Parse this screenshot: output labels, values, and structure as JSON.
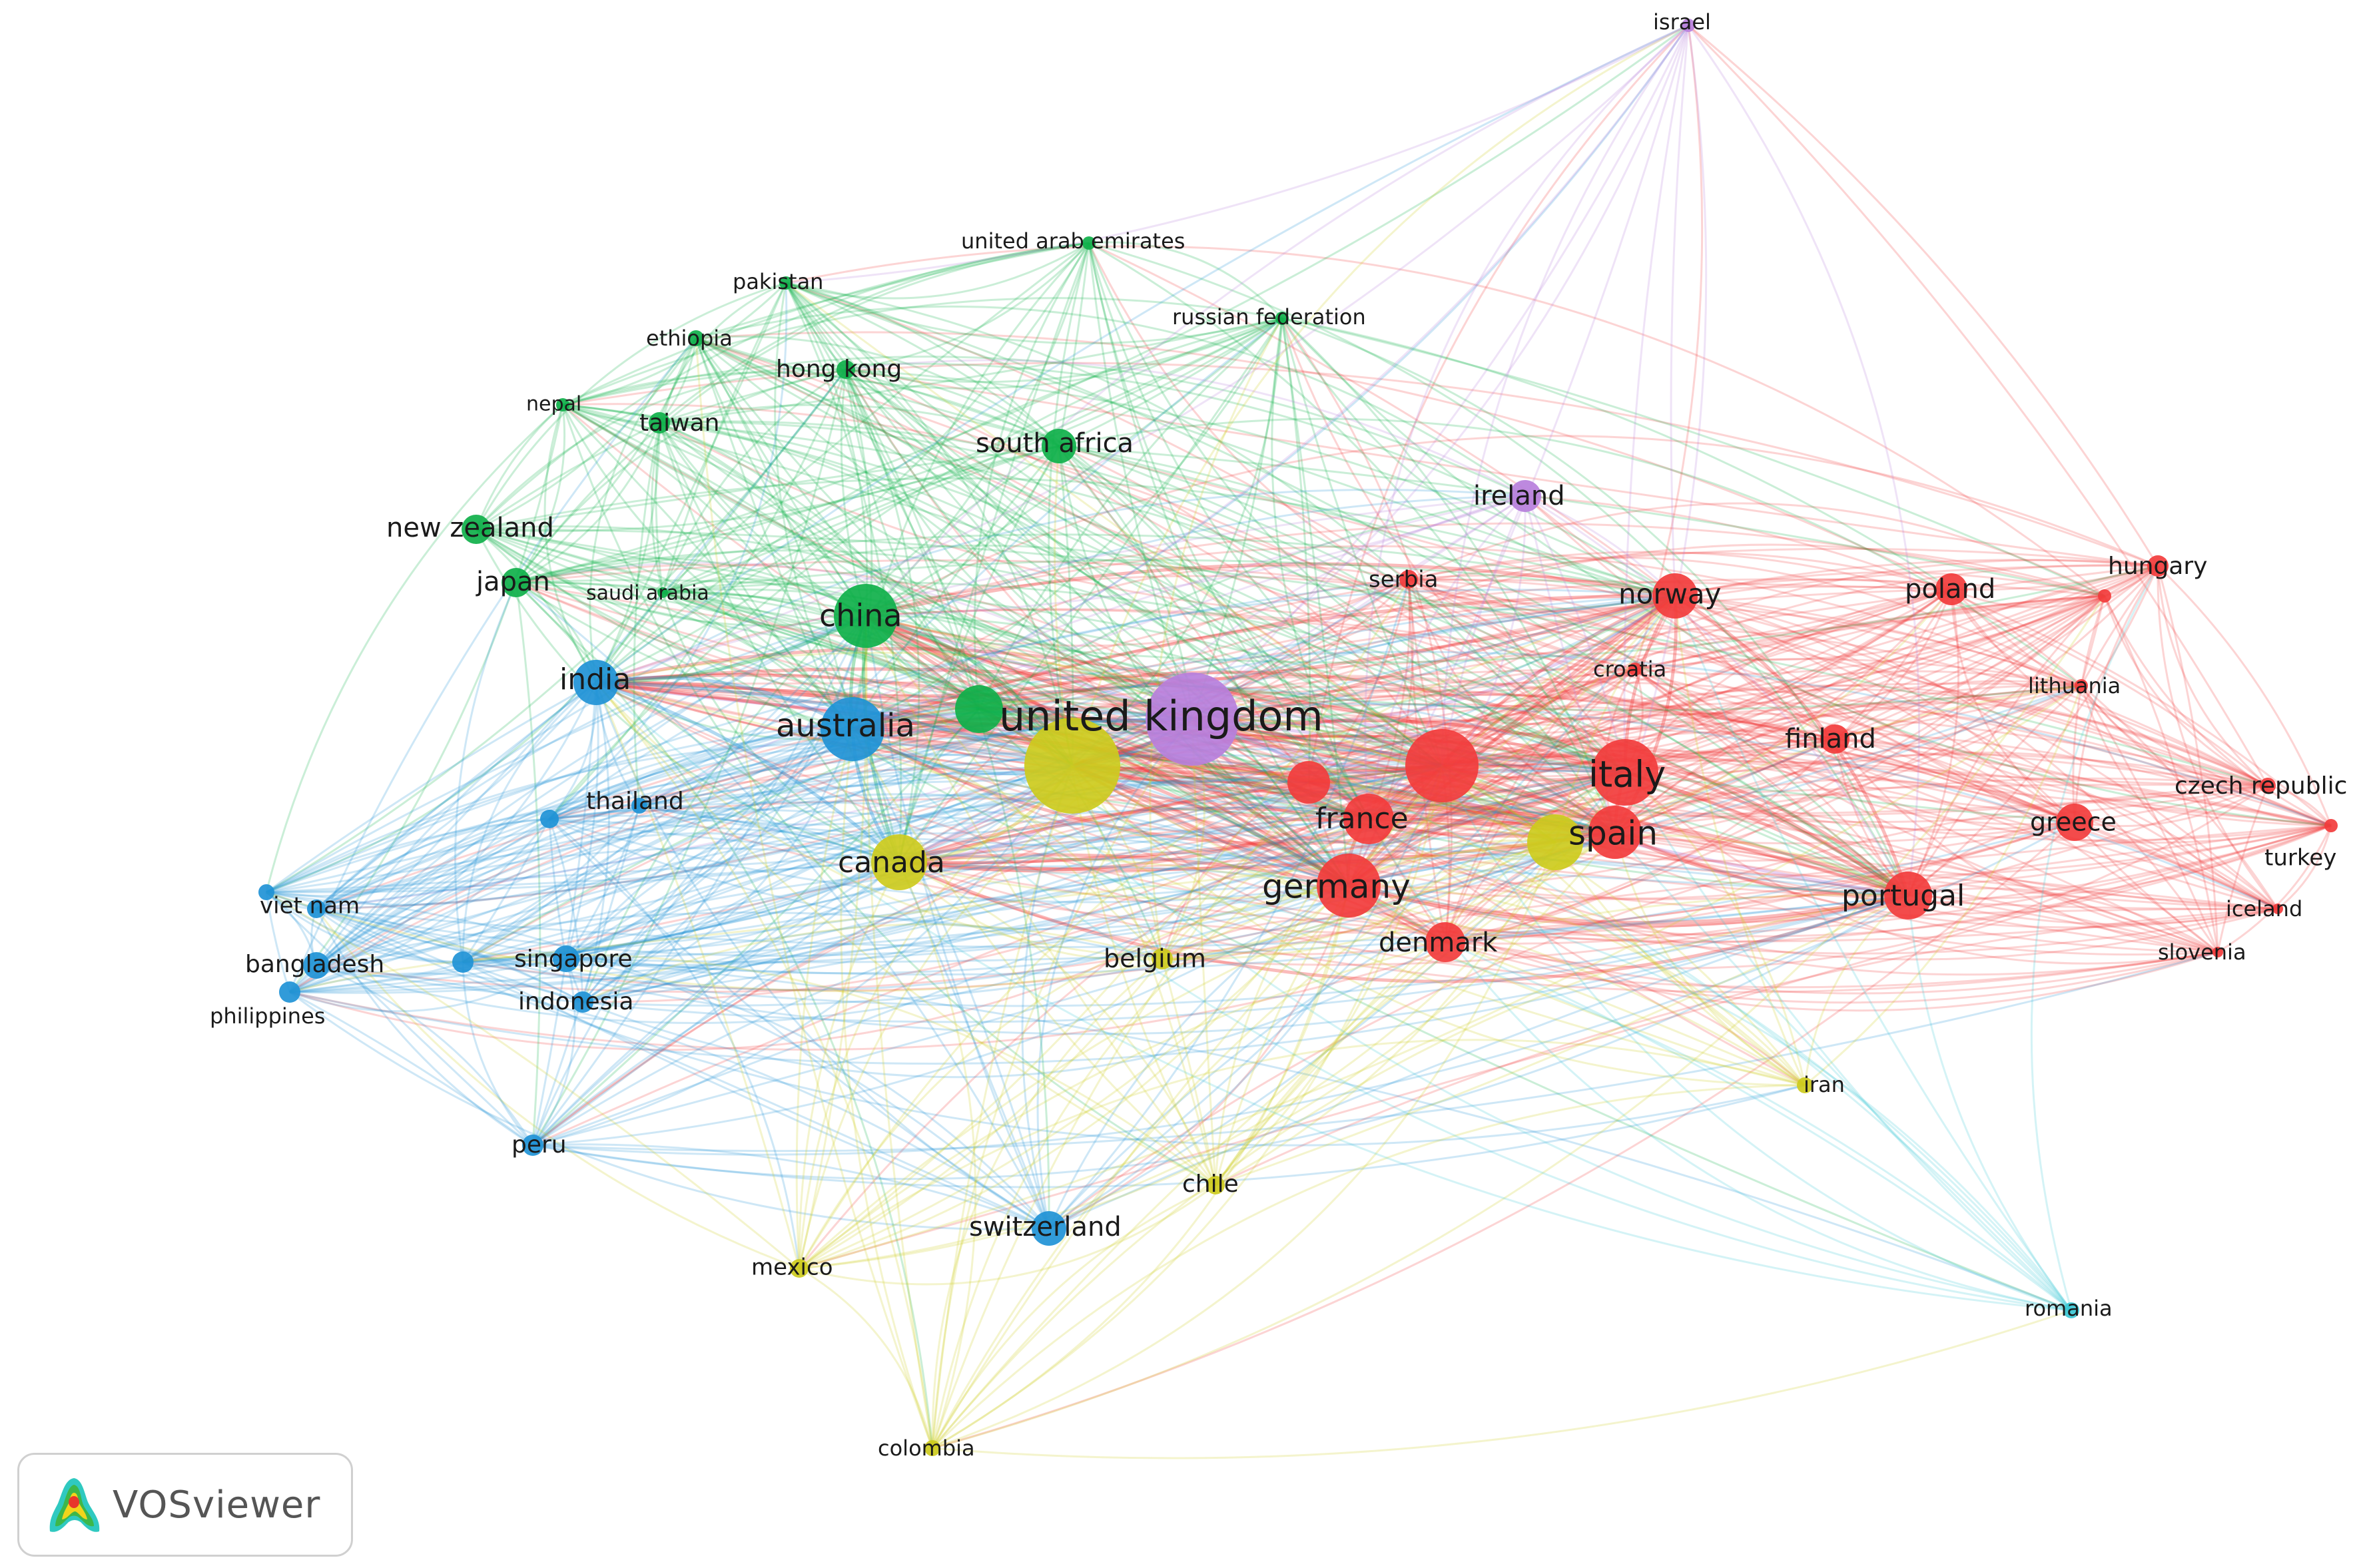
{
  "network": {
    "clusters": {
      "red": "#f23c3c",
      "green": "#0fb04a",
      "blue": "#1f92d6",
      "yellow": "#cdcb1d",
      "purple": "#b77fdc",
      "cyan": "#39c7d4"
    },
    "nodes": [
      {
        "id": "uk",
        "label": "united kingdom",
        "cluster": "purple"
      },
      {
        "id": "italy",
        "label": "italy",
        "cluster": "red"
      },
      {
        "id": "germany",
        "label": "germany",
        "cluster": "red"
      },
      {
        "id": "spain",
        "label": "spain",
        "cluster": "red"
      },
      {
        "id": "france",
        "label": "france",
        "cluster": "red"
      },
      {
        "id": "norway",
        "label": "norway",
        "cluster": "red"
      },
      {
        "id": "portugal",
        "label": "portugal",
        "cluster": "red"
      },
      {
        "id": "finland",
        "label": "finland",
        "cluster": "red"
      },
      {
        "id": "denmark",
        "label": "denmark",
        "cluster": "red"
      },
      {
        "id": "greece",
        "label": "greece",
        "cluster": "red"
      },
      {
        "id": "poland",
        "label": "poland",
        "cluster": "red"
      },
      {
        "id": "hungary",
        "label": "hungary",
        "cluster": "red"
      },
      {
        "id": "lithuania",
        "label": "lithuania",
        "cluster": "red"
      },
      {
        "id": "czech",
        "label": "czech republic",
        "cluster": "red"
      },
      {
        "id": "turkey",
        "label": "turkey",
        "cluster": "red"
      },
      {
        "id": "iceland",
        "label": "iceland",
        "cluster": "red"
      },
      {
        "id": "slovenia",
        "label": "slovenia",
        "cluster": "red"
      },
      {
        "id": "croatia",
        "label": "croatia",
        "cluster": "red"
      },
      {
        "id": "serbia",
        "label": "serbia",
        "cluster": "red"
      },
      {
        "id": "red_u1",
        "label": "",
        "cluster": "red"
      },
      {
        "id": "red_u2",
        "label": "",
        "cluster": "red"
      },
      {
        "id": "red_u3",
        "label": "",
        "cluster": "red"
      },
      {
        "id": "china",
        "label": "china",
        "cluster": "green"
      },
      {
        "id": "southafrica",
        "label": "south africa",
        "cluster": "green"
      },
      {
        "id": "newzealand",
        "label": "new zealand",
        "cluster": "green"
      },
      {
        "id": "japan",
        "label": "japan",
        "cluster": "green"
      },
      {
        "id": "taiwan",
        "label": "taiwan",
        "cluster": "green"
      },
      {
        "id": "hongkong",
        "label": "hong kong",
        "cluster": "green"
      },
      {
        "id": "ethiopia",
        "label": "ethiopia",
        "cluster": "green"
      },
      {
        "id": "pakistan",
        "label": "pakistan",
        "cluster": "green"
      },
      {
        "id": "nepal",
        "label": "nepal",
        "cluster": "green"
      },
      {
        "id": "uae",
        "label": "united arab emirates",
        "cluster": "green"
      },
      {
        "id": "russia",
        "label": "russian federation",
        "cluster": "green"
      },
      {
        "id": "saudi",
        "label": "saudi arabia",
        "cluster": "green"
      },
      {
        "id": "green_u1",
        "label": "",
        "cluster": "green"
      },
      {
        "id": "australia",
        "label": "australia",
        "cluster": "blue"
      },
      {
        "id": "india",
        "label": "india",
        "cluster": "blue"
      },
      {
        "id": "thailand",
        "label": "thailand",
        "cluster": "blue"
      },
      {
        "id": "vietnam",
        "label": "viet nam",
        "cluster": "blue"
      },
      {
        "id": "bangladesh",
        "label": "bangladesh",
        "cluster": "blue"
      },
      {
        "id": "philippines",
        "label": "philippines",
        "cluster": "blue"
      },
      {
        "id": "singapore",
        "label": "singapore",
        "cluster": "blue"
      },
      {
        "id": "indonesia",
        "label": "indonesia",
        "cluster": "blue"
      },
      {
        "id": "peru",
        "label": "peru",
        "cluster": "blue"
      },
      {
        "id": "switzerland",
        "label": "switzerland",
        "cluster": "blue"
      },
      {
        "id": "blue_u1",
        "label": "",
        "cluster": "blue"
      },
      {
        "id": "blue_u2",
        "label": "",
        "cluster": "blue"
      },
      {
        "id": "blue_u3",
        "label": "",
        "cluster": "blue"
      },
      {
        "id": "canada",
        "label": "canada",
        "cluster": "yellow"
      },
      {
        "id": "belgium",
        "label": "belgium",
        "cluster": "yellow"
      },
      {
        "id": "chile",
        "label": "chile",
        "cluster": "yellow"
      },
      {
        "id": "mexico",
        "label": "mexico",
        "cluster": "yellow"
      },
      {
        "id": "colombia",
        "label": "colombia",
        "cluster": "yellow"
      },
      {
        "id": "iran",
        "label": "iran",
        "cluster": "yellow"
      },
      {
        "id": "yellow_u1",
        "label": "",
        "cluster": "yellow"
      },
      {
        "id": "yellow_u2",
        "label": "",
        "cluster": "yellow"
      },
      {
        "id": "ireland",
        "label": "ireland",
        "cluster": "purple"
      },
      {
        "id": "israel",
        "label": "israel",
        "cluster": "purple"
      },
      {
        "id": "romania",
        "label": "romania",
        "cluster": "cyan"
      }
    ]
  },
  "logo": {
    "text": "VOSviewer",
    "icon": "vosviewer-logo-icon"
  }
}
